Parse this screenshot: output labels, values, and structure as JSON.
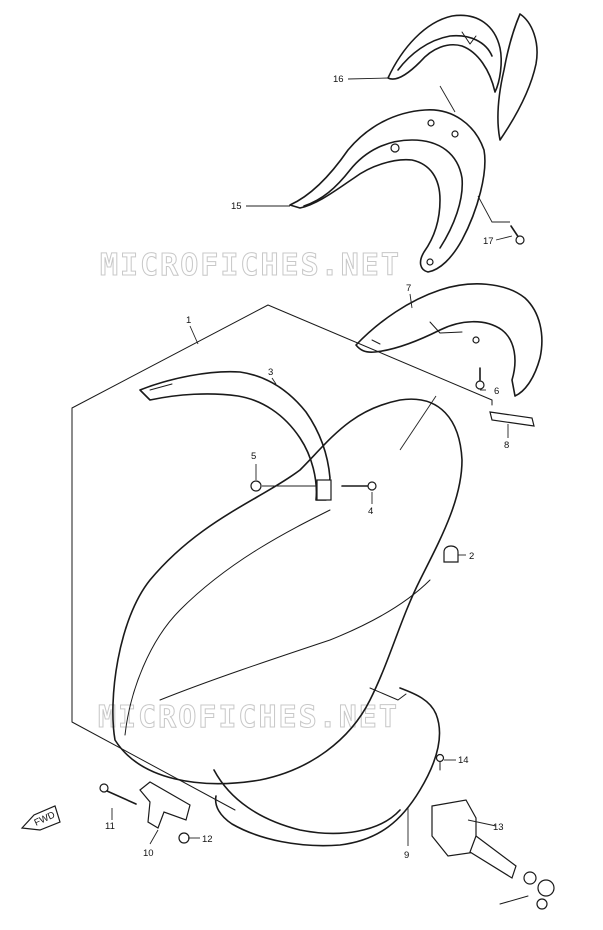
{
  "watermark": "MICROFICHES.NET",
  "front_indicator": "FWD",
  "callouts": [
    {
      "id": "c16",
      "label": "16"
    },
    {
      "id": "c15",
      "label": "15"
    },
    {
      "id": "c17",
      "label": "17"
    },
    {
      "id": "c7",
      "label": "7"
    },
    {
      "id": "c1",
      "label": "1"
    },
    {
      "id": "c3",
      "label": "3"
    },
    {
      "id": "c6",
      "label": "6"
    },
    {
      "id": "c8",
      "label": "8"
    },
    {
      "id": "c5",
      "label": "5"
    },
    {
      "id": "c4",
      "label": "4"
    },
    {
      "id": "c2",
      "label": "2"
    },
    {
      "id": "c14",
      "label": "14"
    },
    {
      "id": "c13",
      "label": "13"
    },
    {
      "id": "c11",
      "label": "11"
    },
    {
      "id": "c12",
      "label": "12"
    },
    {
      "id": "c10",
      "label": "10"
    },
    {
      "id": "c9",
      "label": "9"
    }
  ]
}
